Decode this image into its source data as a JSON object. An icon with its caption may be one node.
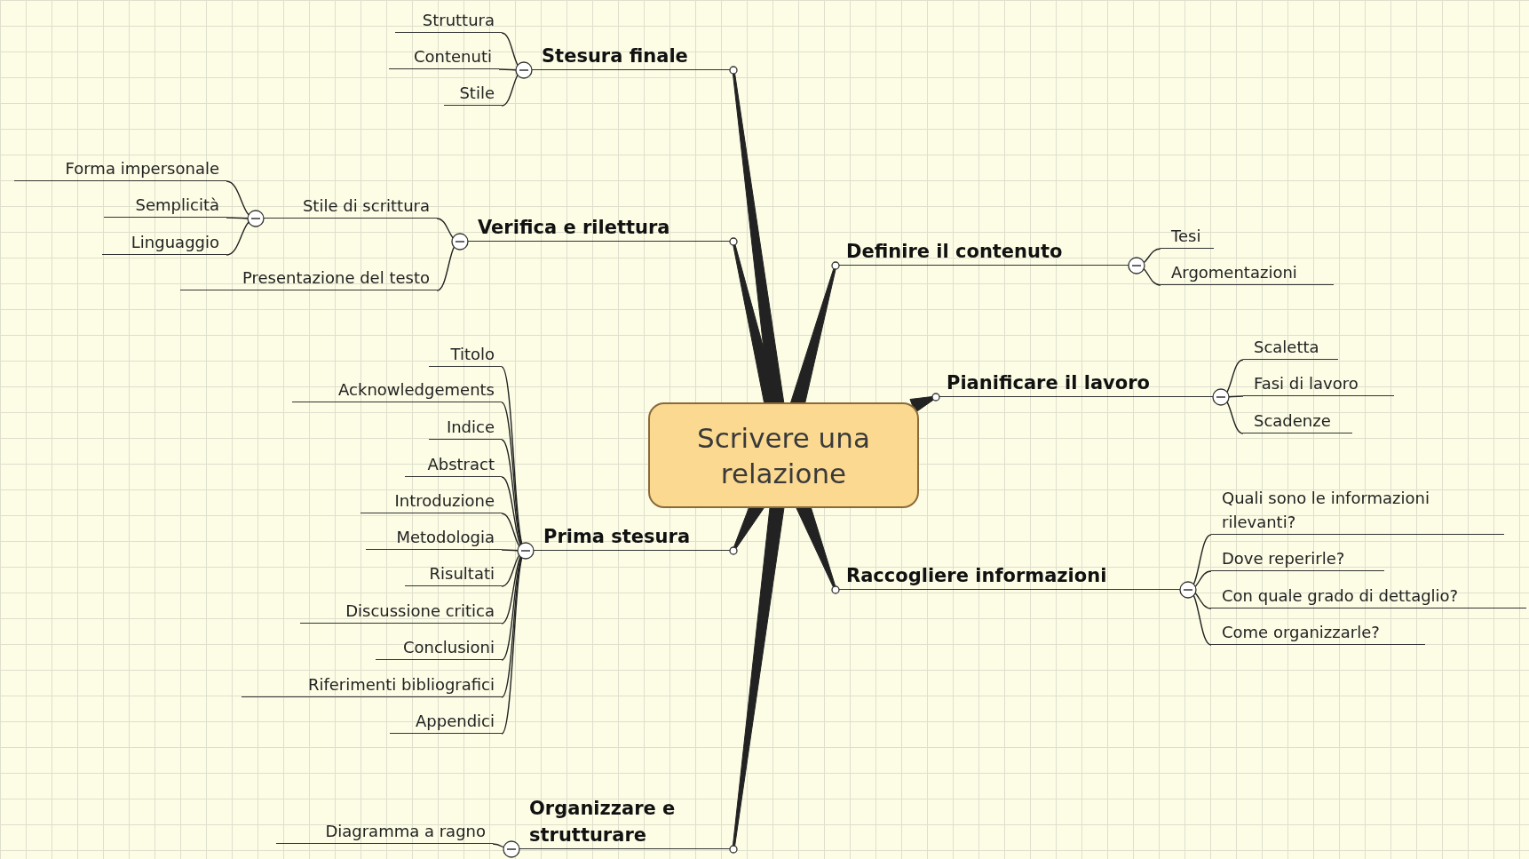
{
  "diagram": {
    "nodes": [
      {
        "text": [
          "Scrivere una relazione"
        ]
      },
      {
        "text": [
          "Stesura finale"
        ]
      },
      {
        "text": [
          "Struttura"
        ]
      },
      {
        "text": [
          "Contenuti"
        ]
      },
      {
        "text": [
          "Stile"
        ]
      },
      {
        "text": [
          "Verifica e rilettura"
        ]
      },
      {
        "text": [
          "Stile di scrittura"
        ]
      },
      {
        "text": [
          "Forma impersonale"
        ]
      },
      {
        "text": [
          "Semplicità"
        ]
      },
      {
        "text": [
          "Linguaggio"
        ]
      },
      {
        "text": [
          "Presentazione del testo"
        ]
      },
      {
        "text": [
          "Definire il contenuto"
        ]
      },
      {
        "text": [
          "Tesi"
        ]
      },
      {
        "text": [
          "Argomentazioni"
        ]
      },
      {
        "text": [
          "Pianificare il lavoro"
        ]
      },
      {
        "text": [
          "Scaletta"
        ]
      },
      {
        "text": [
          "Fasi di lavoro"
        ]
      },
      {
        "text": [
          "Scadenze"
        ]
      },
      {
        "text": [
          "Prima stesura"
        ]
      },
      {
        "text": [
          "Titolo"
        ]
      },
      {
        "text": [
          "Acknowledgements"
        ]
      },
      {
        "text": [
          "Indice"
        ]
      },
      {
        "text": [
          "Abstract"
        ]
      },
      {
        "text": [
          "Introduzione"
        ]
      },
      {
        "text": [
          "Metodologia"
        ]
      },
      {
        "text": [
          "Risultati"
        ]
      },
      {
        "text": [
          "Discussione critica"
        ]
      },
      {
        "text": [
          "Conclusioni"
        ]
      },
      {
        "text": [
          "Riferimenti bibliografici"
        ]
      },
      {
        "text": [
          "Appendici"
        ]
      },
      {
        "text": [
          "Raccogliere informazioni"
        ]
      },
      {
        "text": [
          "Quali sono le informazioni rilevanti?"
        ]
      },
      {
        "text": [
          "Dove reperirle?"
        ]
      },
      {
        "text": [
          "Con quale grado di dettaglio?"
        ]
      },
      {
        "text": [
          "Come organizzarle?"
        ]
      },
      {
        "text": [
          "Organizzare e strutturare"
        ]
      },
      {
        "text": [
          "Diagramma a ragno"
        ]
      }
    ],
    "edges": [
      {
        "from": 0,
        "to": 1,
        "arrow": "none",
        "style": "thick"
      },
      {
        "from": 1,
        "to": 2,
        "arrow": "none"
      },
      {
        "from": 1,
        "to": 3,
        "arrow": "none"
      },
      {
        "from": 1,
        "to": 4,
        "arrow": "none"
      },
      {
        "from": 0,
        "to": 5,
        "arrow": "none",
        "style": "thick"
      },
      {
        "from": 5,
        "to": 6,
        "arrow": "none"
      },
      {
        "from": 6,
        "to": 7,
        "arrow": "none"
      },
      {
        "from": 6,
        "to": 8,
        "arrow": "none"
      },
      {
        "from": 6,
        "to": 9,
        "arrow": "none"
      },
      {
        "from": 5,
        "to": 10,
        "arrow": "none"
      },
      {
        "from": 0,
        "to": 11,
        "arrow": "none",
        "style": "thick"
      },
      {
        "from": 11,
        "to": 12,
        "arrow": "none"
      },
      {
        "from": 11,
        "to": 13,
        "arrow": "none"
      },
      {
        "from": 0,
        "to": 14,
        "arrow": "none",
        "style": "thick"
      },
      {
        "from": 14,
        "to": 15,
        "arrow": "none"
      },
      {
        "from": 14,
        "to": 16,
        "arrow": "none"
      },
      {
        "from": 14,
        "to": 17,
        "arrow": "none"
      },
      {
        "from": 0,
        "to": 18,
        "arrow": "none",
        "style": "thick"
      },
      {
        "from": 18,
        "to": 19,
        "arrow": "none"
      },
      {
        "from": 18,
        "to": 20,
        "arrow": "none"
      },
      {
        "from": 18,
        "to": 21,
        "arrow": "none"
      },
      {
        "from": 18,
        "to": 22,
        "arrow": "none"
      },
      {
        "from": 18,
        "to": 23,
        "arrow": "none"
      },
      {
        "from": 18,
        "to": 24,
        "arrow": "none"
      },
      {
        "from": 18,
        "to": 25,
        "arrow": "none"
      },
      {
        "from": 18,
        "to": 26,
        "arrow": "none"
      },
      {
        "from": 18,
        "to": 27,
        "arrow": "none"
      },
      {
        "from": 18,
        "to": 28,
        "arrow": "none"
      },
      {
        "from": 18,
        "to": 29,
        "arrow": "none"
      },
      {
        "from": 0,
        "to": 30,
        "arrow": "none",
        "style": "thick"
      },
      {
        "from": 30,
        "to": 31,
        "arrow": "none"
      },
      {
        "from": 30,
        "to": 32,
        "arrow": "none"
      },
      {
        "from": 30,
        "to": 33,
        "arrow": "none"
      },
      {
        "from": 30,
        "to": 34,
        "arrow": "none"
      },
      {
        "from": 0,
        "to": 35,
        "arrow": "none",
        "style": "thick"
      },
      {
        "from": 35,
        "to": 36,
        "arrow": "none"
      }
    ]
  }
}
